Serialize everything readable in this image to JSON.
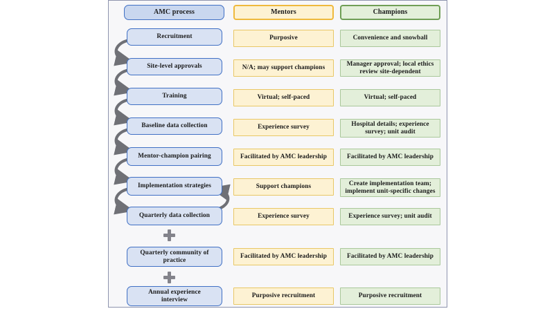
{
  "figure": {
    "title": "AMC process, mentors and champions comparison table",
    "colors": {
      "panel_background": "#f7f7f9",
      "panel_border": "#8d93ad",
      "process_fill": "#d9e2f3",
      "process_border": "#3f6fc4",
      "mentor_fill": "#fdf2d3",
      "mentor_border": "#e8c765",
      "mentor_header_border": "#efb93c",
      "champion_fill": "#e3efda",
      "champion_border": "#a9c79a",
      "champion_header_border": "#6f9e55",
      "arrow": "#6f7076",
      "plus": "#83838b"
    }
  },
  "columns": {
    "process": {
      "header": "AMC process"
    },
    "mentors": {
      "header": "Mentors"
    },
    "champions": {
      "header": "Champions"
    }
  },
  "rows": [
    {
      "process": "Recruitment",
      "mentors": "Purposive",
      "champions": "Convenience and snowball"
    },
    {
      "process": "Site-level approvals",
      "mentors": "N/A; may support champions",
      "champions": "Manager approval; local ethics review site-dependent"
    },
    {
      "process": "Training",
      "mentors": "Virtual; self-paced",
      "champions": "Virtual; self-paced"
    },
    {
      "process": "Baseline data collection",
      "mentors": "Experience survey",
      "champions": "Hospital details; experience survey; unit audit"
    },
    {
      "process": "Mentor-champion pairing",
      "mentors": "Facilitated by AMC leadership",
      "champions": "Facilitated by AMC leadership"
    },
    {
      "process": "Implementation strategies",
      "mentors": "Support champions",
      "champions": "Create implementation team; implement unit-specific changes"
    },
    {
      "process": "Quarterly data collection",
      "mentors": "Experience survey",
      "champions": "Experience survey; unit audit"
    },
    {
      "process": "Quarterly community of practice",
      "mentors": "Facilitated by AMC leadership",
      "champions": "Facilitated by AMC leadership"
    },
    {
      "process": "Annual experience interview",
      "mentors": "Purposive recruitment",
      "champions": "Purposive recruitment"
    }
  ],
  "connectors": {
    "sequence_arrows": 6,
    "feedback_arrow": "implementation-strategies-to-quarterly-data-collection",
    "plus_separators": 2
  }
}
